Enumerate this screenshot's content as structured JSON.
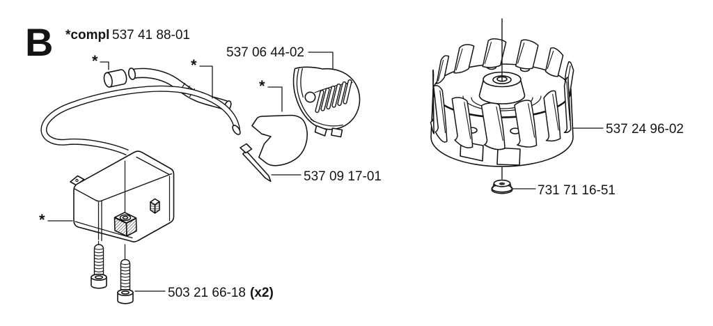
{
  "figure": {
    "section_letter": "B",
    "compl_label": "*compl",
    "compl_number": "537 41 88-01",
    "asterisk": "*"
  },
  "labels": {
    "cover": "537 06 44-02",
    "rod": "537 09 17-01",
    "screws": "503 21 66-18",
    "screws_qty": "(x2)",
    "flywheel": "537 24 96-02",
    "nut": "731 71 16-51"
  },
  "colors": {
    "line": "#141414",
    "background": "#ffffff"
  }
}
